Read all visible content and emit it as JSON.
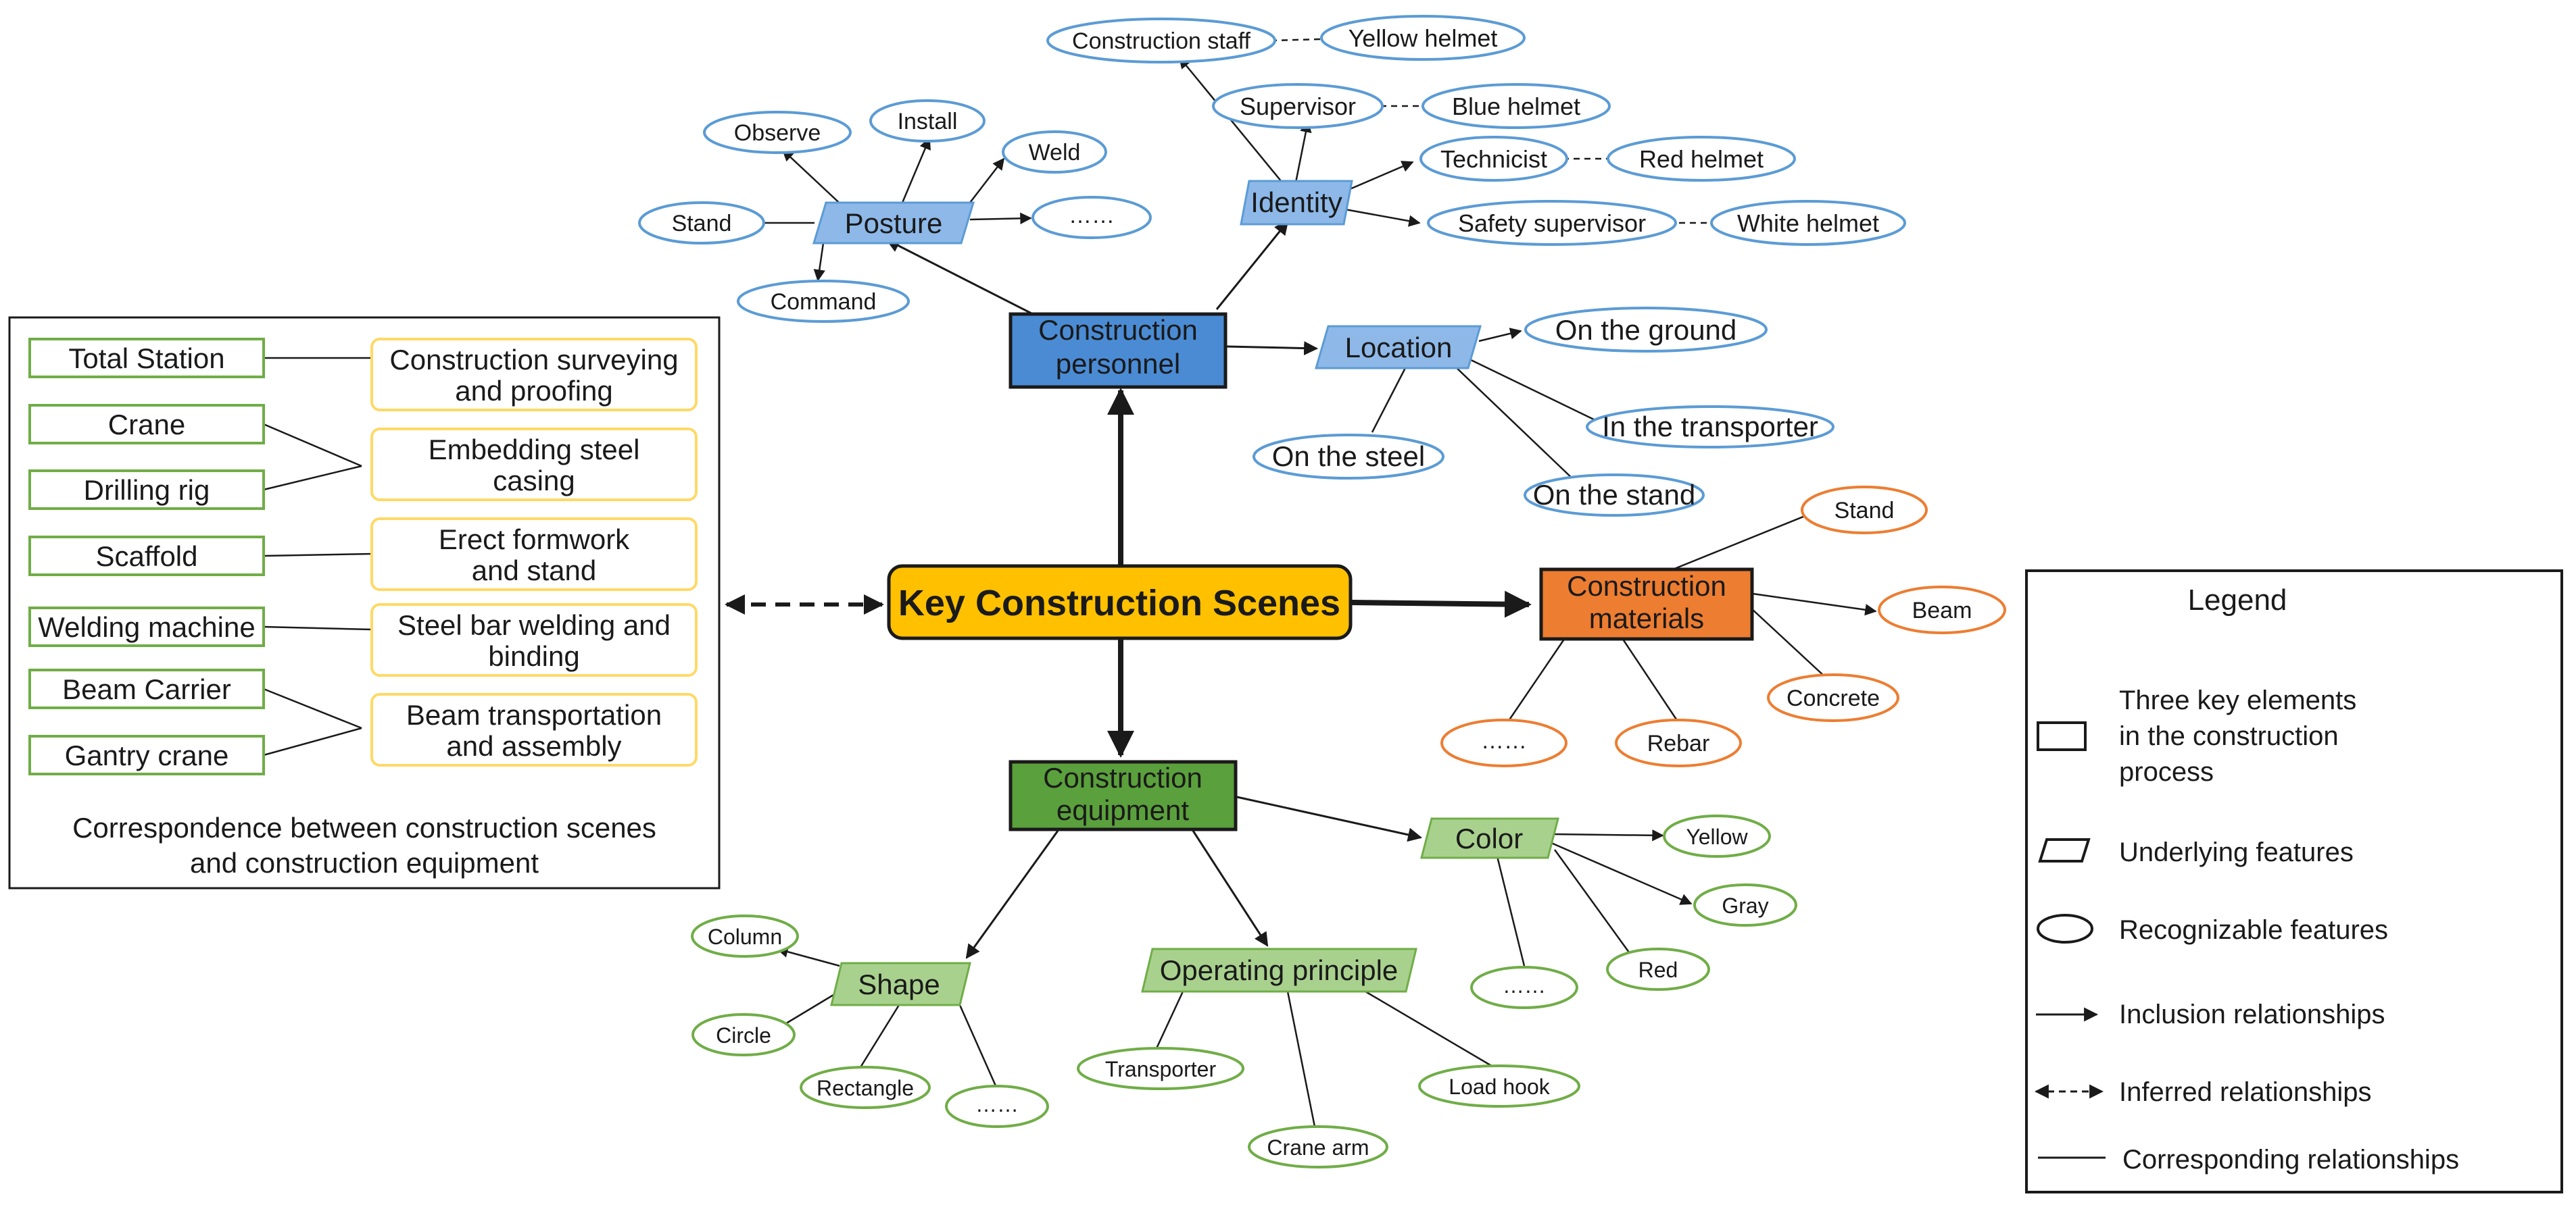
{
  "diagram": {
    "center": "Key Construction Scenes",
    "personnel": {
      "label_l1": "Construction",
      "label_l2": "personnel",
      "posture": {
        "label": "Posture",
        "observe": "Observe",
        "install": "Install",
        "weld": "Weld",
        "stand": "Stand",
        "more": "……",
        "command": "Command"
      },
      "identity": {
        "label": "Identity",
        "staff": "Construction staff",
        "staff_helmet": "Yellow helmet",
        "supervisor": "Supervisor",
        "supervisor_helmet": "Blue helmet",
        "technicist": "Technicist",
        "technicist_helmet": "Red helmet",
        "safety": "Safety supervisor",
        "safety_helmet": "White helmet"
      },
      "location": {
        "label": "Location",
        "ground": "On the ground",
        "transporter": "In the transporter",
        "stand": "On the stand",
        "steel": "On the steel"
      }
    },
    "materials": {
      "label_l1": "Construction",
      "label_l2": "materials",
      "stand": "Stand",
      "beam": "Beam",
      "concrete": "Concrete",
      "rebar": "Rebar",
      "more": "……"
    },
    "equipment": {
      "label_l1": "Construction",
      "label_l2": "equipment",
      "color": {
        "label": "Color",
        "yellow": "Yellow",
        "gray": "Gray",
        "red": "Red",
        "more": "……"
      },
      "shape": {
        "label": "Shape",
        "column": "Column",
        "circle": "Circle",
        "rectangle": "Rectangle",
        "more": "……"
      },
      "operating": {
        "label": "Operating principle",
        "transporter": "Transporter",
        "crane_arm": "Crane arm",
        "load_hook": "Load hook"
      }
    },
    "correspondence": {
      "caption_l1": "Correspondence between construction scenes",
      "caption_l2": "and construction equipment",
      "equipment": [
        "Total Station",
        "Crane",
        "Drilling rig",
        "Scaffold",
        "Welding machine",
        "Beam Carrier",
        "Gantry crane"
      ],
      "scenes": [
        {
          "l1": "Construction surveying",
          "l2": "and proofing"
        },
        {
          "l1": "Embedding steel",
          "l2": "casing"
        },
        {
          "l1": "Erect formwork",
          "l2": "and stand"
        },
        {
          "l1": "Steel bar welding and",
          "l2": "binding"
        },
        {
          "l1": "Beam transportation",
          "l2": "and assembly"
        }
      ]
    },
    "legend": {
      "title": "Legend",
      "rect_l1": "Three key elements",
      "rect_l2": "in the construction",
      "rect_l3": "process",
      "para": "Underlying features",
      "ellipse": "Recognizable features",
      "inclusion": "Inclusion relationships",
      "inferred": "Inferred relationships",
      "corresponding": "Corresponding relationships"
    }
  },
  "colors": {
    "center_fill": "#FFC000",
    "personnel_fill": "#4A8BD4",
    "blue_light": "#8DB8E8",
    "blue_stroke": "#5B9BD5",
    "materials_fill": "#ED7D31",
    "equipment_fill": "#5AA03C",
    "green_light": "#A9D18E",
    "green_stroke": "#70AD47",
    "scene_stroke": "#FFD966"
  }
}
